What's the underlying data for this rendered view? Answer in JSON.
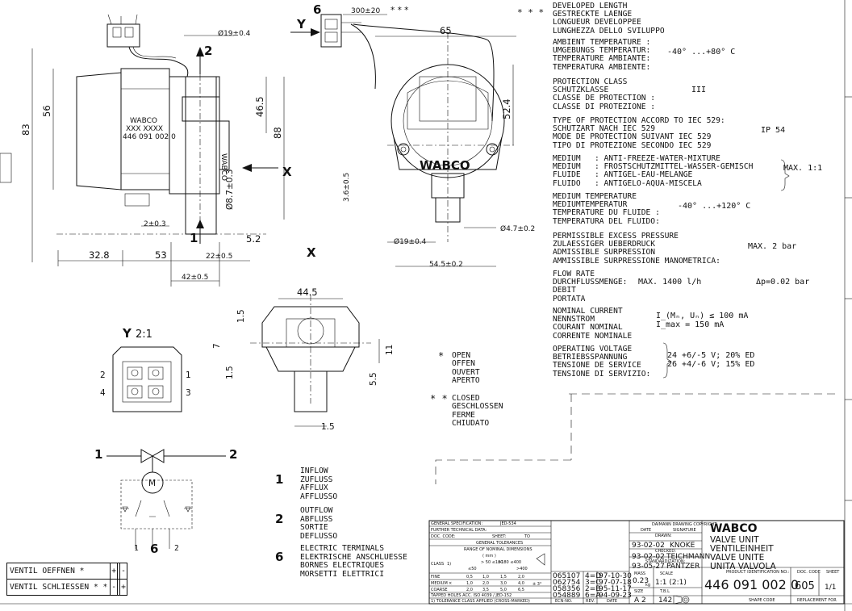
{
  "specs": [
    {
      "lines": [
        "DEVELOPED LENGTH",
        "GESTRECKTE LAENGE",
        "LONGUEUR DEVELOPPEE",
        "LUNGHEZZA DELLO SVILUPPO"
      ],
      "prefix": "* * *",
      "value": ""
    },
    {
      "lines": [
        "AMBIENT TEMPERATURE :",
        "UMGEBUNGS TEMPERATUR:",
        "TEMPERATURE AMBIANTE:",
        "TEMPERATURA AMBIENTE:"
      ],
      "value": "-40° ...+80° C"
    },
    {
      "lines": [
        "PROTECTION CLASS",
        "SCHUTZKLASSE",
        "CLASSE DE PROTECTION :",
        "CLASSE DI PROTEZIONE :"
      ],
      "value": "III"
    },
    {
      "lines": [
        "TYPE OF PROTECTION ACCORD TO IEC 529:",
        "SCHUTZART NACH IEC 529",
        "MODE DE PROTECTION SUIVANT IEC 529",
        "TIPO DI PROTEZIONE SECONDO IEC 529"
      ],
      "value": "IP 54"
    },
    {
      "lines": [
        "MEDIUM   : ANTI-FREEZE-WATER-MIXTURE",
        "MEDIUM   : FROSTSCHUTZMITTEL-WASSER-GEMISCH",
        "FLUIDE   : ANTIGEL-EAU-MELANGE",
        "FLUIDO   : ANTIGELO-AQUA-MISCELA"
      ],
      "value": "MAX. 1:1"
    },
    {
      "lines": [
        "MEDIUM TEMPERATURE",
        "MEDIUMTEMPERATUR",
        "TEMPERATURE DU FLUIDE :",
        "TEMPERATURA DEL FLUIDO:"
      ],
      "value": "-40° ...+120° C"
    },
    {
      "lines": [
        "PERMISSIBLE EXCESS PRESSURE",
        "ZULAESSIGER UEBERDRUCK",
        "ADMISSIBLE SURPRESSION",
        "AMMISSIBLE SURPRESSIONE MANOMETRICA:"
      ],
      "value": "MAX. 2 bar"
    },
    {
      "lines": [
        "FLOW RATE",
        "DURCHFLUSSMENGE:",
        "DEBIT",
        "PORTATA"
      ],
      "value": "MAX. 1400 l/h",
      "value2": "Δp=0.02 bar"
    },
    {
      "lines": [
        "NOMINAL CURRENT",
        "NENNSTROM",
        "COURANT NOMINAL",
        "CORRENTE NOMINALE"
      ],
      "value": "I_(Mₙ, Uₙ) ≤ 100 mA",
      "value2": "I_max = 150 mA"
    },
    {
      "lines": [
        "OPERATING VOLTAGE",
        "BETRIEBSSPANNUNG",
        "TENSIONE DE SERVICE",
        "TENSIONE DI SERVIZIO:"
      ],
      "value": "24 +6/-5 V; 20% ED",
      "value2": "26 +4/-6 V; 15% ED"
    }
  ],
  "legend_open": {
    "marker": "*",
    "lines": [
      "OPEN",
      "OFFEN",
      "OUVERT",
      "APERTO"
    ]
  },
  "legend_closed": {
    "marker": "* *",
    "lines": [
      "CLOSED",
      "GESCHLOSSEN",
      "FERME",
      "CHIUDATO"
    ]
  },
  "ports": [
    {
      "num": "1",
      "lines": [
        "INFLOW",
        "ZUFLUSS",
        "AFFLUX",
        "AFFLUSSO"
      ]
    },
    {
      "num": "2",
      "lines": [
        "OUTFLOW",
        "ABFLUSS",
        "SORTIE",
        "DEFLUSSO"
      ]
    },
    {
      "num": "6",
      "lines": [
        "ELECTRIC TERMINALS",
        "ELEKTRISCHE ANSCHLUESSE",
        "BORNES ELECTRIQUES",
        "MORSETTI ELETTRICI"
      ]
    }
  ],
  "valve_table": {
    "headers": [
      "1",
      "6",
      "2"
    ],
    "rows": [
      {
        "label": "VENTIL OEFFNEN *",
        "cells": [
          "+",
          "",
          "-"
        ]
      },
      {
        "label": "VENTIL SCHLIESSEN * *",
        "cells": [
          "-",
          "",
          "+"
        ]
      }
    ]
  },
  "dimensions": {
    "d300": "300±20",
    "stars": "* * *",
    "d19_top": "Ø19±0.4",
    "d65": "65",
    "d83": "83",
    "d56": "56",
    "d46_5": "46.5",
    "d88": "88",
    "d8_7": "Ø8.7±0.3",
    "d52_4": "52.4",
    "d3_6": "3.6±0.5",
    "d4_7": "Ø4.7±0.2",
    "d19_bot": "Ø19±0.4",
    "d54_5": "54.5±0.2",
    "d2": "2±0.3",
    "d5_2": "5.2",
    "d32_8": "32.8",
    "d53": "53",
    "d22": "22±0.5",
    "d42": "42±0.5",
    "d44_5": "44.5",
    "d1_5a": "1.5",
    "d7": "7",
    "d1_5b": "1.5",
    "d11": "11",
    "d5_5": "5.5",
    "d1_5c": "1.5"
  },
  "labels": {
    "view_y": "Y",
    "view_x": "X",
    "arrow_x": "X",
    "arrow_y": "Y",
    "arrow2": "2",
    "arrow1": "1",
    "six": "6",
    "scale_view": "2:1",
    "pin1": "1",
    "pin2": "2",
    "pin3": "3",
    "pin4": "4",
    "sch1": "1",
    "sch2": "2",
    "motor": "M",
    "wabco_body": "WABCO",
    "wabco_body2": "XXX XXXX",
    "wabco_body3": "446 091 002 0",
    "wabco_side": "WABCO",
    "wabco_logo": "WABCO"
  },
  "title_block": {
    "general_spec": "GENERAL SPECIFICATION:",
    "spec_val": "JED-534",
    "further": "FURTHER TECHNICAL DATA:",
    "doc_code": "DOC. CODE:",
    "sheet": "SHEET:",
    "to": "TO",
    "gen_tol": "GENERAL TOLERANCES",
    "range": "RANGE OF NOMINAL DIMENSIONS",
    "unit": "( mm )",
    "class": "CLASS",
    "class_num": "1)",
    "cols": [
      "≤50",
      "> 50 ≤180",
      ">180 ≤400",
      ">400"
    ],
    "rows": [
      [
        "FINE",
        "",
        "0,5",
        "1,0",
        "1,5",
        "2,0"
      ],
      [
        "MEDIUM",
        "×",
        "1,0",
        "2,0",
        "3,0",
        "4,0"
      ],
      [
        "COARSE",
        "",
        "2,0",
        "3,5",
        "5,0",
        "6,5"
      ]
    ],
    "pm": "± 3°",
    "tapped": "TAPPED HOLES ACC. ISO 4039 / JED-152",
    "tol_note": "1) TOLERANCE CLASS APPLIED (CROSS-MARKED)",
    "revisions": [
      [
        "065107",
        "4=D",
        "97-10-30"
      ],
      [
        "062754",
        "3=C",
        "97-07-18"
      ],
      [
        "058356",
        "2=B",
        "95-11-17"
      ],
      [
        "054889",
        "6=A",
        "94-09-23"
      ]
    ],
    "rev_head": [
      "ECN-NO.",
      "REV.",
      "DATE"
    ],
    "copyright": "DAIMANN DRAWING COPYRIGHT",
    "date_lbl": "DATE",
    "sign_lbl": "SIGNATURE",
    "drawn": "DRAWN:",
    "checked": "CHECKED:",
    "standard": "STANDARDIZATION:",
    "d1": "93-02-02",
    "n1": "KNOKE",
    "d2": "93-02-02",
    "n2": "TEICHMANN",
    "d3": "93-05-27",
    "n3": "PANTZER",
    "mass": "MASS",
    "scale": "SCALE",
    "mass_v": "0.23",
    "kg": "kg",
    "scale_v": "1:1 (2:1)",
    "size": "SIZE",
    "tbl": "T.B.L",
    "size_v": "A 2",
    "tbl_v": "142",
    "logo": "WABCO",
    "title1": "VALVE UNIT",
    "title2": "VENTILEINHEIT",
    "title3": "VALVE UNITE",
    "title4": "UNITA VALVOLA",
    "pid_lbl": "PRODUCT IDENTIFICATION NO.:",
    "pid": "446 091 002 0",
    "doc_code_lbl": "DOC. CODE",
    "sheet_lbl": "SHEET",
    "doc_v": "605",
    "sheet_v": "1/1",
    "shape_code": "SHAPE CODE",
    "replacement": "REPLACEMENT FOR"
  }
}
